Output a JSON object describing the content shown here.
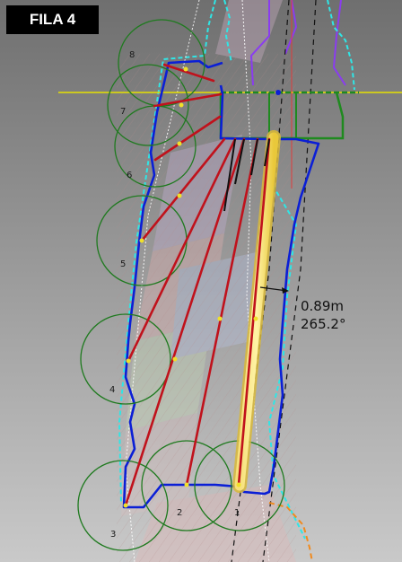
{
  "title": "FILA 4",
  "measure": {
    "distance": "0.89m",
    "angle": "265.2°"
  },
  "hole_labels": [
    "1",
    "2",
    "3",
    "4",
    "5",
    "6",
    "7",
    "8"
  ],
  "colors": {
    "background": "#9a9a9a",
    "contour_blue": "#0b1fd6",
    "cyan_outline": "#2fe6e6",
    "drill_red": "#c0121c",
    "hole_circle": "#1f7a1f",
    "axis_yellow": "#e6e000",
    "highlight_yellow": "#f2d84a",
    "orange_contour": "#f08a1e",
    "purple_contour": "#8a3cf0"
  }
}
